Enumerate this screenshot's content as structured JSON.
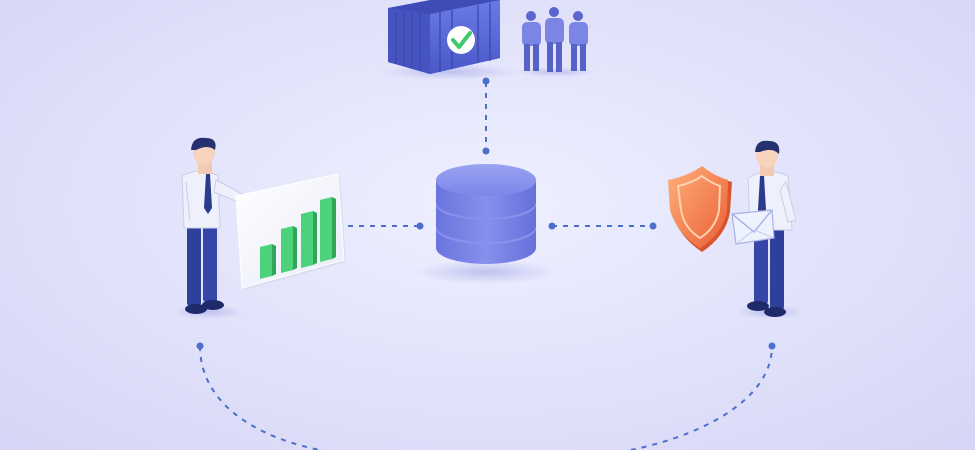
{
  "scene": {
    "kind": "isometric-illustration",
    "items": [
      {
        "name": "shipping-container",
        "icon": "container-check-icon"
      },
      {
        "name": "people-group",
        "icon": "people-group-icon"
      },
      {
        "name": "central-database",
        "icon": "database-icon"
      },
      {
        "name": "analyst-person",
        "icon": "person-icon"
      },
      {
        "name": "bar-chart-panel",
        "icon": "bar-chart-icon"
      },
      {
        "name": "security-person",
        "icon": "person-icon"
      },
      {
        "name": "security-shield",
        "icon": "shield-icon"
      },
      {
        "name": "mail-envelope",
        "icon": "envelope-icon"
      }
    ],
    "colors": {
      "background": "#e3e4fb",
      "container": "#5867d8",
      "database": "#7a84e6",
      "chart_bars": "#4cd27a",
      "shield": "#f07a45",
      "check": "#3fc86a",
      "connector": "#4d6fcc",
      "shirt": "#eef1fb",
      "trousers": "#2f3f9c",
      "hair": "#26306f"
    }
  }
}
